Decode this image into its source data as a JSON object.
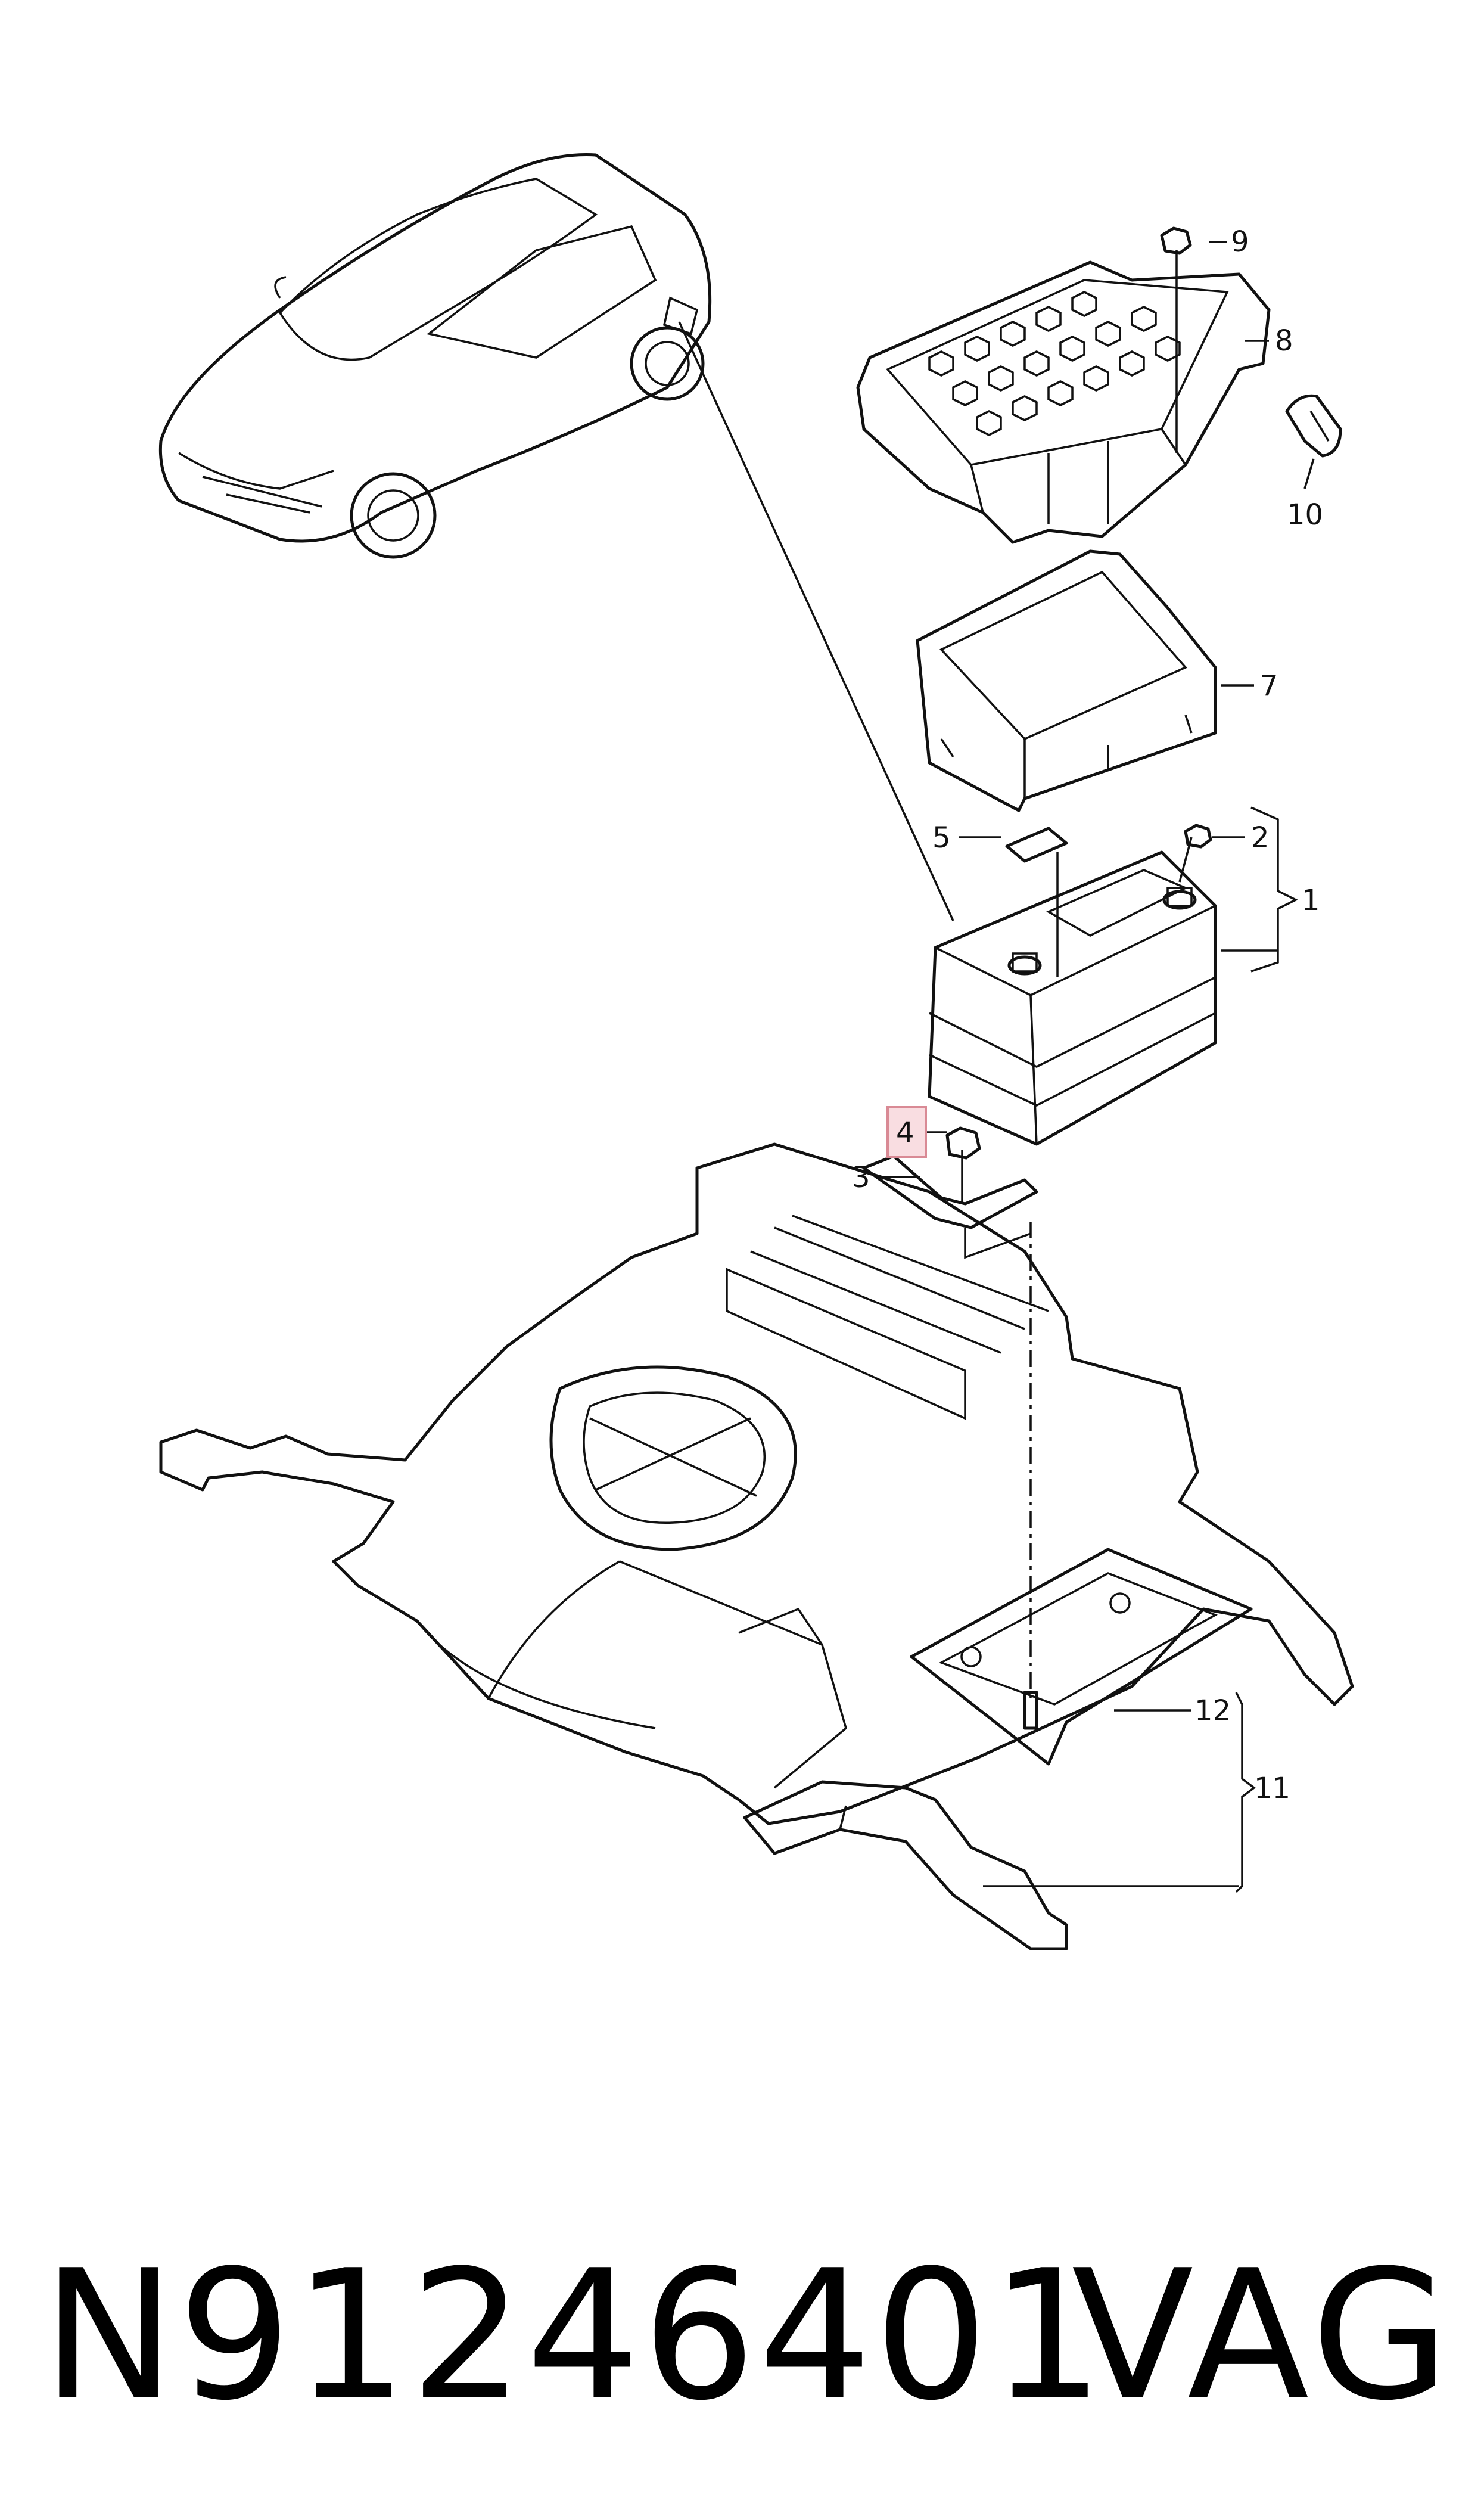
{
  "callouts": {
    "c1": "1",
    "c2": "2",
    "c3": "3",
    "c4": "4",
    "c5": "5",
    "c6": "7",
    "c8": "8",
    "c9": "9",
    "c10": "10",
    "c11": "11",
    "c12": "12"
  },
  "footer": {
    "part_number": "N91246401",
    "brand": "VAG"
  },
  "colors": {
    "line": "#111111",
    "highlight_fill": "#f9dde1",
    "highlight_stroke": "#d98a95"
  }
}
